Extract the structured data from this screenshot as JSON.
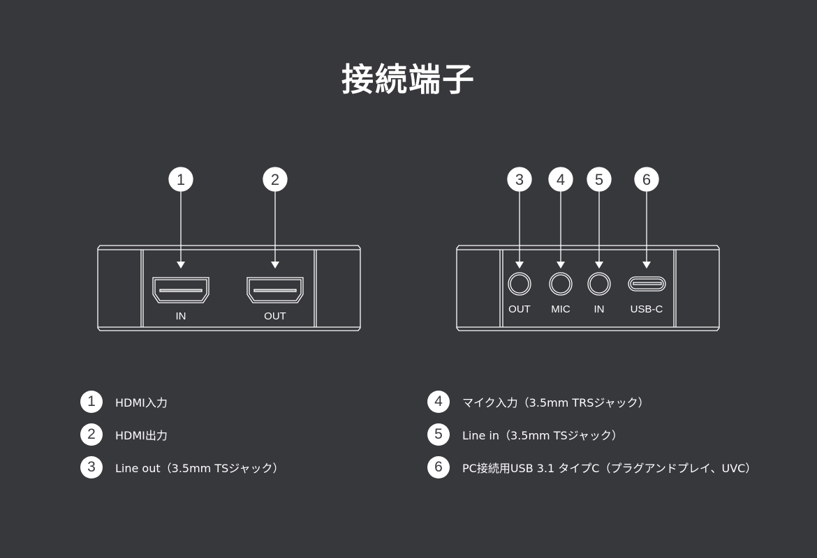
{
  "title": "接続端子",
  "left_device": {
    "ports": [
      {
        "number": "1",
        "label": "IN"
      },
      {
        "number": "2",
        "label": "OUT"
      }
    ]
  },
  "right_device": {
    "ports": [
      {
        "number": "3",
        "label": "OUT"
      },
      {
        "number": "4",
        "label": "MIC"
      },
      {
        "number": "5",
        "label": "IN"
      },
      {
        "number": "6",
        "label": "USB-C"
      }
    ]
  },
  "legend": [
    {
      "number": "1",
      "text": "HDMI入力"
    },
    {
      "number": "2",
      "text": "HDMI出力"
    },
    {
      "number": "3",
      "text": "Line out（3.5mm TSジャック）"
    },
    {
      "number": "4",
      "text": "マイク入力（3.5mm TRSジャック）"
    },
    {
      "number": "5",
      "text": "Line in（3.5mm TSジャック）"
    },
    {
      "number": "6",
      "text": "PC接続用USB 3.1 タイプC（プラグアンドプレイ、UVC）"
    }
  ]
}
